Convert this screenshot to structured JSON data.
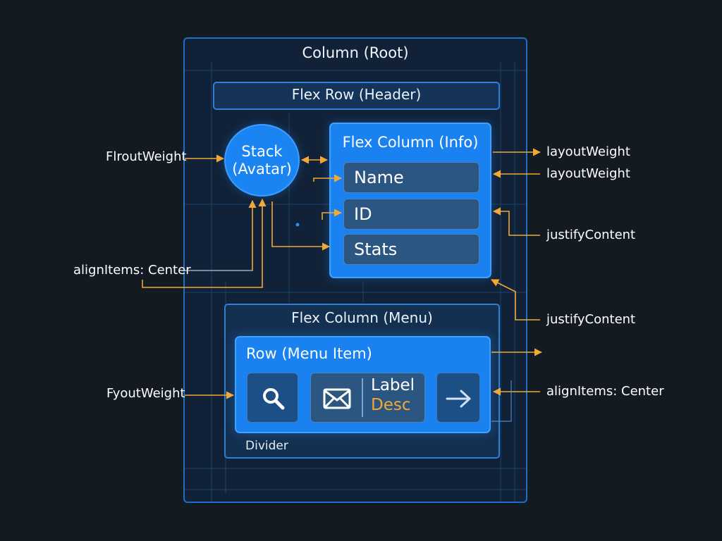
{
  "root": {
    "title": "Column (Root)"
  },
  "header": {
    "title": "Flex Row (Header)"
  },
  "avatar": {
    "line1": "Stack",
    "line2": "(Avatar)"
  },
  "info": {
    "title": "Flex Column (Info)",
    "fields": [
      "Name",
      "ID",
      "Stats"
    ]
  },
  "menu": {
    "title": "Flex Column (Menu)",
    "item": {
      "title": "Row (Menu Item)",
      "label": "Label",
      "desc": "Desc",
      "icons": [
        "search-icon",
        "mail-icon",
        "arrow-right-icon"
      ]
    },
    "divider": "Divider"
  },
  "annotations": {
    "left": [
      "FlroutWeight",
      "alignItems: Center",
      "FyoutWeight"
    ],
    "right": [
      "layoutWeight",
      "layoutWeight",
      "justifyContent",
      "justifyContent",
      "alignItems: Center"
    ]
  },
  "colors": {
    "background": "#141a22",
    "panel": "#112238",
    "accent": "#1a82f0",
    "field": "#2c5682",
    "arrow": "#f3a736",
    "desc": "#f3a736"
  }
}
